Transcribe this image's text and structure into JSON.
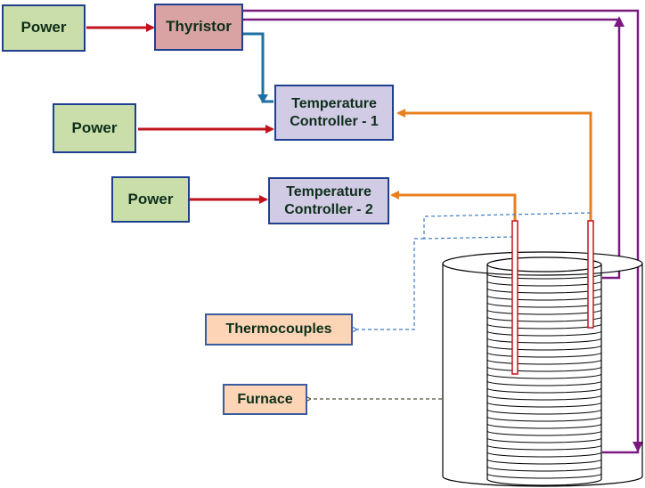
{
  "boxes": {
    "power_1": "Power",
    "thyristor": "Thyristor",
    "power_2": "Power",
    "temp_controller_1_line1": "Temperature",
    "temp_controller_1_line2": "Controller - 1",
    "power_3": "Power",
    "temp_controller_2_line1": "Temperature",
    "temp_controller_2_line2": "Controller - 2"
  },
  "labels": {
    "thermocouples": "Thermocouples",
    "furnace": "Furnace"
  },
  "colors": {
    "power_wire": "#c0141c",
    "control_wire": "#1f6fa0",
    "thermocouple_wire": "#e8801e",
    "heater_wire": "#7a1a80",
    "thermocouple_pointer": "#3c7cc0",
    "furnace_pointer": "#50503a",
    "box_border": "#1f3f8f",
    "power_fill": "#c9dea9",
    "thyristor_fill": "#d9a3a3",
    "controller_fill": "#d2cbe6",
    "label_fill": "#fbd5b5"
  }
}
